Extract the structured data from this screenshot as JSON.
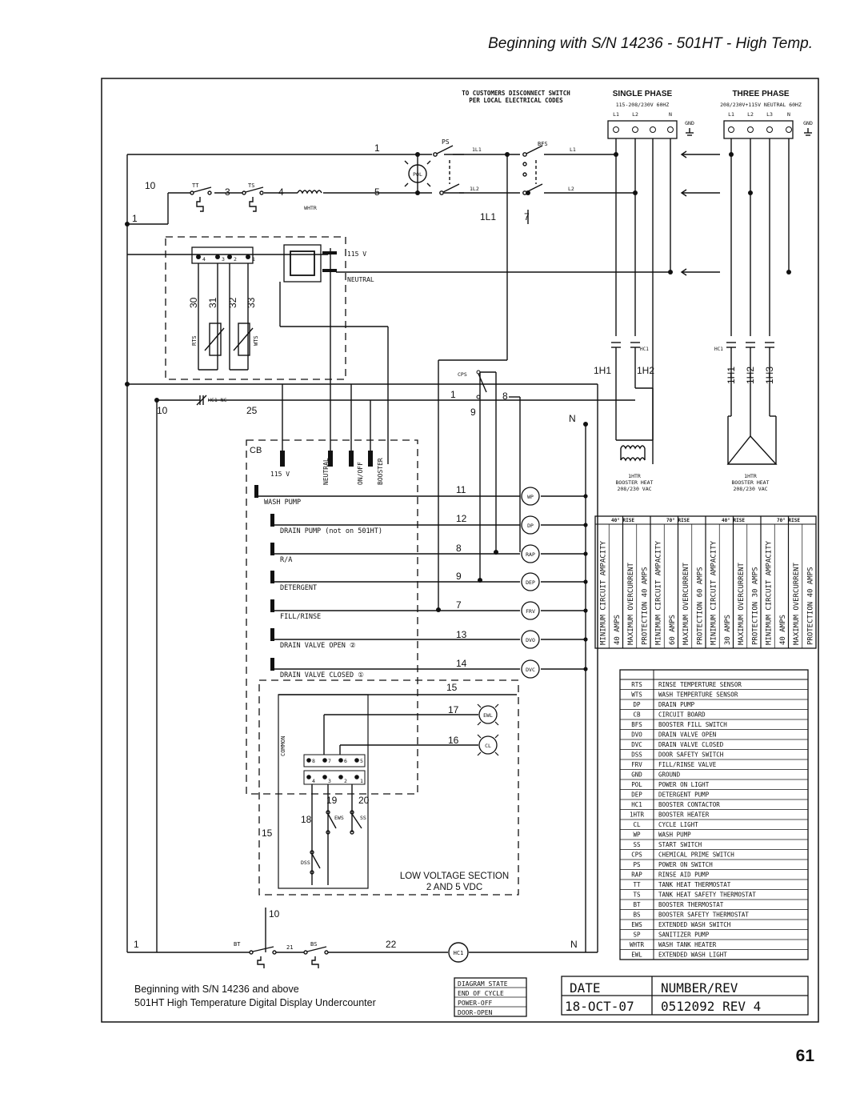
{
  "header": {
    "title": "Beginning with S/N 14236 - 501HT - High Temp."
  },
  "page": {
    "number": "61"
  },
  "supply": {
    "disconnect_line1": "TO CUSTOMERS DISCONNECT SWITCH",
    "disconnect_line2": "PER LOCAL ELECTRICAL CODES",
    "single_title": "SINGLE PHASE",
    "single_sub": "115-208/230V 60HZ",
    "single_terms": [
      "L1",
      "L2",
      "N"
    ],
    "three_title": "THREE PHASE",
    "three_sub": "208/230V+115V NEUTRAL 60HZ",
    "three_terms": [
      "L1",
      "L2",
      "L3",
      "N"
    ],
    "gnd": "GND"
  },
  "labels": {
    "ps": "PS",
    "bfs": "BFS",
    "pol": "POL",
    "il1": "1L1",
    "il2": "1L2",
    "l1": "L1",
    "l2": "L2",
    "tt": "TT",
    "ts": "TS",
    "whtr": "WHTR",
    "v115": "115 V",
    "neutral": "NEUTRAL",
    "rts": "RTS",
    "wts": "WTS",
    "cps": "CPS",
    "hc1nc": "HC1 NC",
    "hc1": "HC1",
    "one_h1": "1H1",
    "one_h2": "1H2",
    "one_h3": "1H3",
    "one_l1": "1L1",
    "htr1": "1HTR",
    "htr2": "BOOSTER HEAT",
    "htr3_single": "208/230 VAC",
    "htr3_three": "208/230 VAC",
    "cb": "CB",
    "cb_neutral": "NEUTRAL",
    "cb_onoff": "ON/OFF",
    "cb_booster": "BOOSTER",
    "common": "COMMON",
    "ews": "EWS",
    "ss": "SS",
    "dss": "DSS",
    "bt": "BT",
    "bs": "BS",
    "low_voltage_1": "LOW VOLTAGE SECTION",
    "low_voltage_2": "2 AND 5 VDC",
    "n": "N"
  },
  "wire_numbers": {
    "w1": "1",
    "w10": "10",
    "w3": "3",
    "w4": "4",
    "w5": "5",
    "w7": "7",
    "w1b": "1",
    "w1c": "1",
    "w8": "8",
    "w9": "9",
    "w10b": "10",
    "w25": "25",
    "w30": "30",
    "w31": "31",
    "w32": "32",
    "w33": "33",
    "w11": "11",
    "w12": "12",
    "w8b": "8",
    "w9b": "9",
    "w7b": "7",
    "w13": "13",
    "w14": "14",
    "w15": "15",
    "w17": "17",
    "w16": "16",
    "w19": "19",
    "w20": "20",
    "w18": "18",
    "w15b": "15",
    "w10c": "10",
    "w1d": "1",
    "w21": "21",
    "w22": "22"
  },
  "board_outputs": [
    {
      "label": "WASH PUMP",
      "wire": "11",
      "comp": "WP"
    },
    {
      "label": "DRAIN PUMP (not on 501HT)",
      "wire": "12",
      "comp": "DP"
    },
    {
      "label": "R/A",
      "wire": "8",
      "comp": "RAP"
    },
    {
      "label": "DETERGENT",
      "wire": "9",
      "comp": "DEP"
    },
    {
      "label": "FILL/RINSE",
      "wire": "7",
      "comp": "FRV"
    },
    {
      "label": "DRAIN VALVE OPEN ②",
      "wire": "13",
      "comp": "DVO"
    },
    {
      "label": "DRAIN VALVE CLOSED ①",
      "wire": "14",
      "comp": "DVC"
    }
  ],
  "lights": [
    {
      "wire": "17",
      "comp": "EWL"
    },
    {
      "wire": "16",
      "comp": "CL"
    }
  ],
  "amp_table": {
    "headers": [
      "40° RISE",
      "70° RISE",
      "40° RISE",
      "70° RISE"
    ],
    "cols": [
      "MINIMUM CIRCUIT AMPACITY",
      "40 AMPS",
      "MAXIMUM OVERCURRENT",
      "PROTECTION 40 AMPS",
      "MINIMUM CIRCUIT AMPACITY",
      "60 AMPS",
      "MAXIMUM OVERCURRENT",
      "PROTECTION 60 AMPS",
      "MINIMUM CIRCUIT AMPACITY",
      "30 AMPS",
      "MAXIMUM OVERCURRENT",
      "PROTECTION 30 AMPS",
      "MINIMUM CIRCUIT AMPACITY",
      "40 AMPS",
      "MAXIMUM OVERCURRENT",
      "PROTECTION 40 AMPS"
    ]
  },
  "legend": [
    [
      "RTS",
      "RINSE TEMPERTURE SENSOR"
    ],
    [
      "WTS",
      "WASH TEMPERTURE SENSOR"
    ],
    [
      "DP",
      "DRAIN PUMP"
    ],
    [
      "CB",
      "CIRCUIT BOARD"
    ],
    [
      "BFS",
      "BOOSTER FILL SWITCH"
    ],
    [
      "DVO",
      "DRAIN VALVE OPEN"
    ],
    [
      "DVC",
      "DRAIN VALVE CLOSED"
    ],
    [
      "DSS",
      "DOOR SAFETY SWITCH"
    ],
    [
      "FRV",
      "FILL/RINSE VALVE"
    ],
    [
      "GND",
      "GROUND"
    ],
    [
      "POL",
      "POWER ON LIGHT"
    ],
    [
      "DEP",
      "DETERGENT PUMP"
    ],
    [
      "HC1",
      "BOOSTER CONTACTOR"
    ],
    [
      "1HTR",
      "BOOSTER HEATER"
    ],
    [
      "CL",
      "CYCLE LIGHT"
    ],
    [
      "WP",
      "WASH PUMP"
    ],
    [
      "SS",
      "START SWITCH"
    ],
    [
      "CPS",
      "CHEMICAL PRIME SWITCH"
    ],
    [
      "PS",
      "POWER ON SWITCH"
    ],
    [
      "RAP",
      "RINSE AID PUMP"
    ],
    [
      "TT",
      "TANK HEAT THERMOSTAT"
    ],
    [
      "TS",
      "TANK HEAT SAFETY THERMOSTAT"
    ],
    [
      "BT",
      "BOOSTER THERMOSTAT"
    ],
    [
      "BS",
      "BOOSTER SAFETY THERMOSTAT"
    ],
    [
      "EWS",
      "EXTENDED WASH SWITCH"
    ],
    [
      "SP",
      "SANITIZER PUMP"
    ],
    [
      "WHTR",
      "WASH TANK HEATER"
    ],
    [
      "EWL",
      "EXTENDED WASH LIGHT"
    ]
  ],
  "footer": {
    "line1": "Beginning with S/N 14236 and above",
    "line2": "501HT High Temperature Digital Display Undercounter",
    "state": [
      "DIAGRAM STATE",
      "END OF CYCLE",
      "POWER-OFF",
      "DOOR-OPEN"
    ],
    "date_label": "DATE",
    "number_label": "NUMBER/REV",
    "date": "18-OCT-07",
    "number": "0512092 REV 4"
  }
}
